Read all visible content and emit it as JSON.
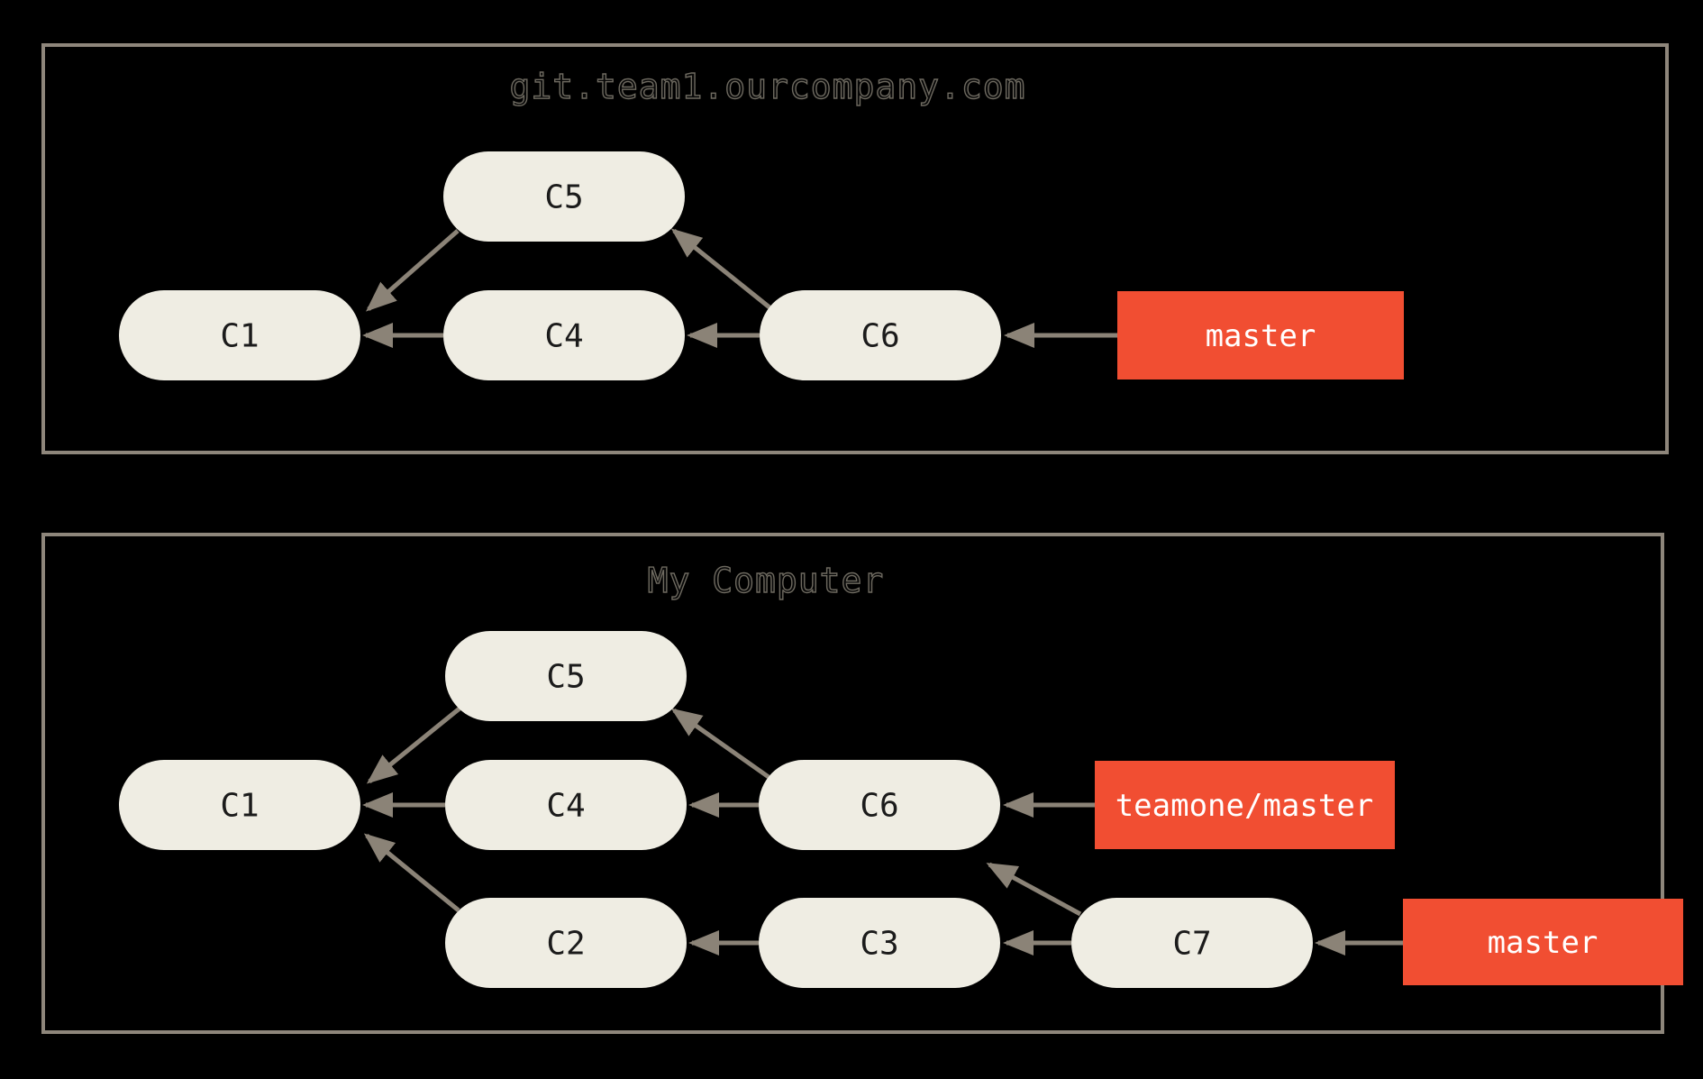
{
  "diagram": {
    "type": "git-commit-graph",
    "colors": {
      "background": "#000000",
      "panel_border": "#8e867b",
      "node_fill": "#efede3",
      "node_text": "#1b1b1b",
      "arrow": "#8b8377",
      "branch_fill": "#f14e32",
      "branch_text": "#ffffff",
      "title_outline": "#6e6a60"
    },
    "panels": [
      {
        "title": "git.team1.ourcompany.com",
        "nodes": [
          {
            "id": "C5",
            "label": "C5"
          },
          {
            "id": "C1",
            "label": "C1"
          },
          {
            "id": "C4",
            "label": "C4"
          },
          {
            "id": "C6",
            "label": "C6"
          }
        ],
        "branches": [
          {
            "label": "master",
            "points_to": "C6"
          }
        ],
        "edges": [
          {
            "from": "C4",
            "to": "C1"
          },
          {
            "from": "C5",
            "to": "C1"
          },
          {
            "from": "C6",
            "to": "C4"
          },
          {
            "from": "C6",
            "to": "C5"
          },
          {
            "from": "master",
            "to": "C6"
          }
        ]
      },
      {
        "title": "My Computer",
        "nodes": [
          {
            "id": "C5",
            "label": "C5"
          },
          {
            "id": "C1",
            "label": "C1"
          },
          {
            "id": "C4",
            "label": "C4"
          },
          {
            "id": "C6",
            "label": "C6"
          },
          {
            "id": "C2",
            "label": "C2"
          },
          {
            "id": "C3",
            "label": "C3"
          },
          {
            "id": "C7",
            "label": "C7"
          }
        ],
        "branches": [
          {
            "label": "teamone/master",
            "points_to": "C6"
          },
          {
            "label": "master",
            "points_to": "C7"
          }
        ],
        "edges": [
          {
            "from": "C4",
            "to": "C1"
          },
          {
            "from": "C5",
            "to": "C1"
          },
          {
            "from": "C2",
            "to": "C1"
          },
          {
            "from": "C6",
            "to": "C4"
          },
          {
            "from": "C6",
            "to": "C5"
          },
          {
            "from": "C3",
            "to": "C2"
          },
          {
            "from": "C7",
            "to": "C3"
          },
          {
            "from": "C7",
            "to": "C6"
          },
          {
            "from": "teamone/master",
            "to": "C6"
          },
          {
            "from": "master",
            "to": "C7"
          }
        ]
      }
    ]
  }
}
